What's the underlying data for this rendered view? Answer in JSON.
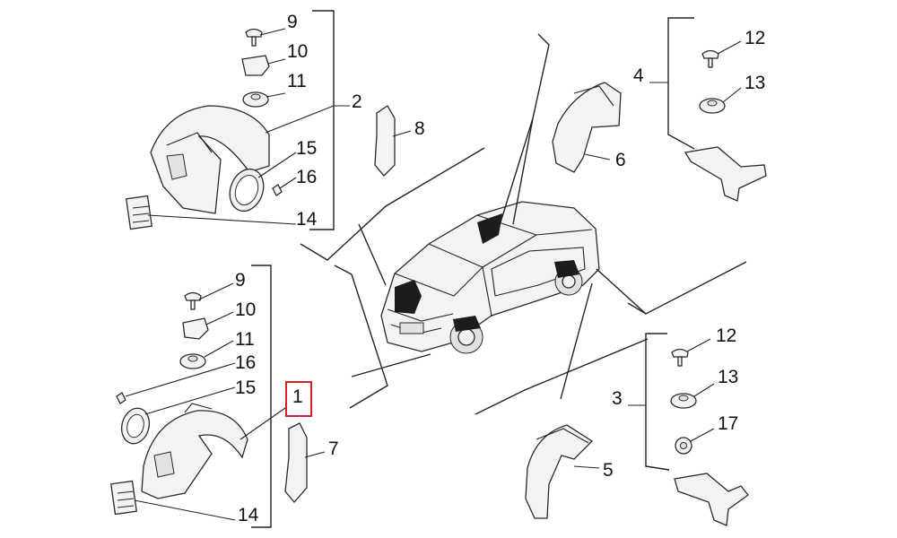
{
  "diagram": {
    "highlight_color": "#d81e2a",
    "callouts": {
      "fl_9": "9",
      "fl_10": "10",
      "fl_11": "11",
      "fl_2": "2",
      "fl_15": "15",
      "fl_16": "16",
      "fl_14": "14",
      "bl_9": "9",
      "bl_10": "10",
      "bl_11": "11",
      "bl_16": "16",
      "bl_15": "15",
      "bl_1": "1",
      "bl_14": "14",
      "p8": "8",
      "p7": "7",
      "p6": "6",
      "p5": "5",
      "tr_4": "4",
      "tr_12": "12",
      "tr_13": "13",
      "br_3": "3",
      "br_12": "12",
      "br_13": "13",
      "br_17": "17"
    }
  }
}
